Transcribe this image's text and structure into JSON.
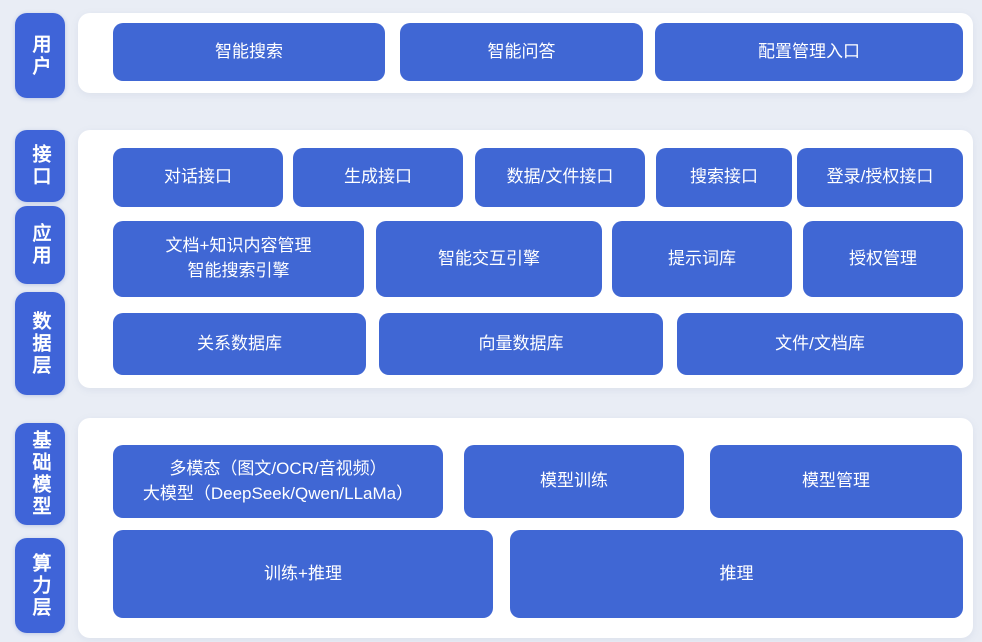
{
  "colors": {
    "background": "#e9edf5",
    "panel": "#ffffff",
    "block_fill": "#4067d4",
    "block_text": "#ffffff"
  },
  "sections": [
    {
      "side_labels": [
        "用户"
      ],
      "rows": [
        [
          "智能搜索",
          "智能问答",
          "配置管理入口"
        ]
      ]
    },
    {
      "side_labels": [
        "接口",
        "应用",
        "数据层"
      ],
      "rows": [
        [
          "对话接口",
          "生成接口",
          "数据/文件接口",
          "搜索接口",
          "登录/授权接口"
        ],
        [
          "文档+知识内容管理\n智能搜索引擎",
          "智能交互引擎",
          "提示词库",
          "授权管理"
        ],
        [
          "关系数据库",
          "向量数据库",
          "文件/文档库"
        ]
      ]
    },
    {
      "side_labels": [
        "基础模型",
        "算力层"
      ],
      "rows": [
        [
          "多模态（图文/OCR/音视频）\n大模型（DeepSeek/Qwen/LLaMa）",
          "模型训练",
          "模型管理"
        ],
        [
          "训练+推理",
          "推理"
        ]
      ]
    }
  ]
}
